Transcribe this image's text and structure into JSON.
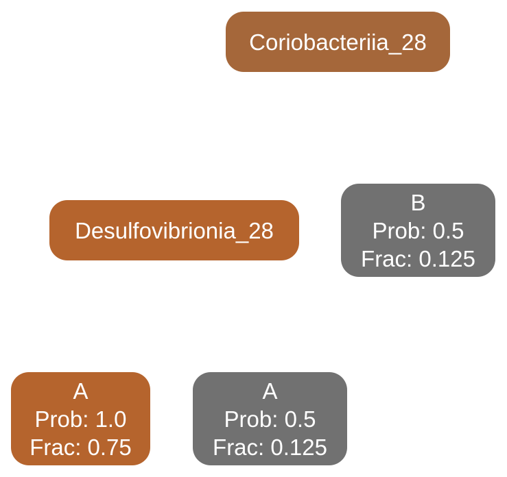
{
  "colors": {
    "internal_node": "#A5673A",
    "leaf_primary": "#B5642D",
    "leaf_secondary": "#717171",
    "text": "#FFFFFF"
  },
  "nodes": {
    "root": {
      "label": "Coriobacteriia_28"
    },
    "desulfovibrionia": {
      "label": "Desulfovibrionia_28"
    },
    "leaf_b": {
      "label": "B",
      "prob": "Prob: 0.5",
      "frac": "Frac: 0.125"
    },
    "leaf_a_primary": {
      "label": "A",
      "prob": "Prob: 1.0",
      "frac": "Frac: 0.75"
    },
    "leaf_a_secondary": {
      "label": "A",
      "prob": "Prob: 0.5",
      "frac": "Frac: 0.125"
    }
  }
}
